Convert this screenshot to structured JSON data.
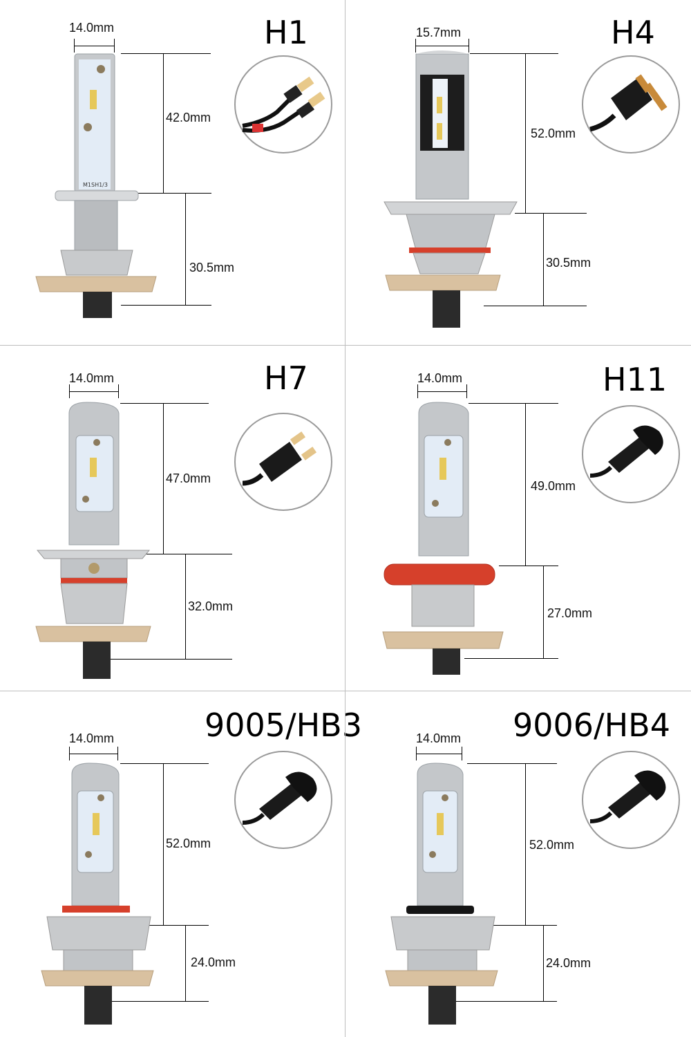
{
  "panels": [
    {
      "id": "h1",
      "title": "H1",
      "width_label": "14.0mm",
      "upper_label": "42.0mm",
      "lower_label": "30.5mm",
      "connector_icon": "wire-terminal-icon"
    },
    {
      "id": "h4",
      "title": "H4",
      "width_label": "15.7mm",
      "upper_label": "52.0mm",
      "lower_label": "30.5mm",
      "connector_icon": "three-pin-plug-icon"
    },
    {
      "id": "h7",
      "title": "H7",
      "width_label": "14.0mm",
      "upper_label": "47.0mm",
      "lower_label": "32.0mm",
      "connector_icon": "two-pin-plug-icon"
    },
    {
      "id": "h11",
      "title": "H11",
      "width_label": "14.0mm",
      "upper_label": "49.0mm",
      "lower_label": "27.0mm",
      "connector_icon": "socket-plug-icon"
    },
    {
      "id": "9005",
      "title": "9005/HB3",
      "width_label": "14.0mm",
      "upper_label": "52.0mm",
      "lower_label": "24.0mm",
      "connector_icon": "socket-plug-icon"
    },
    {
      "id": "9006",
      "title": "9006/HB4",
      "width_label": "14.0mm",
      "upper_label": "52.0mm",
      "lower_label": "24.0mm",
      "connector_icon": "socket-plug-icon"
    }
  ],
  "h1_model_text": "M1SH1/3",
  "colors": {
    "aluminum": "#c8cacc",
    "gold_flange": "#d9c1a0",
    "red_seal": "#d6402b",
    "led_board": "#dfe9f4",
    "border": "#bdbdbd"
  }
}
